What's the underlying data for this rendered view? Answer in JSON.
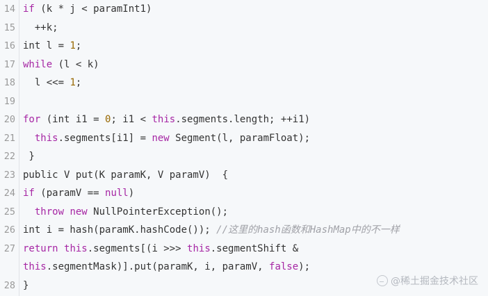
{
  "lines": [
    {
      "num": "14",
      "parts": [
        {
          "t": "if",
          "c": "kw"
        },
        {
          "t": " (k * j < paramInt1)",
          "c": ""
        }
      ]
    },
    {
      "num": "15",
      "parts": [
        {
          "t": "  ++k;",
          "c": ""
        }
      ]
    },
    {
      "num": "16",
      "parts": [
        {
          "t": "int l = ",
          "c": ""
        },
        {
          "t": "1",
          "c": "num"
        },
        {
          "t": ";",
          "c": ""
        }
      ]
    },
    {
      "num": "17",
      "parts": [
        {
          "t": "while",
          "c": "kw"
        },
        {
          "t": " (l < k)",
          "c": ""
        }
      ]
    },
    {
      "num": "18",
      "parts": [
        {
          "t": "  l <<= ",
          "c": ""
        },
        {
          "t": "1",
          "c": "num"
        },
        {
          "t": ";",
          "c": ""
        }
      ]
    },
    {
      "num": "19",
      "parts": [
        {
          "t": "",
          "c": ""
        }
      ]
    },
    {
      "num": "20",
      "parts": [
        {
          "t": "for",
          "c": "kw"
        },
        {
          "t": " (int i1 = ",
          "c": ""
        },
        {
          "t": "0",
          "c": "num"
        },
        {
          "t": "; i1 < ",
          "c": ""
        },
        {
          "t": "this",
          "c": "kw"
        },
        {
          "t": ".segments.length; ++i1)",
          "c": ""
        }
      ]
    },
    {
      "num": "21",
      "parts": [
        {
          "t": "  ",
          "c": ""
        },
        {
          "t": "this",
          "c": "kw"
        },
        {
          "t": ".segments[i1] = ",
          "c": ""
        },
        {
          "t": "new",
          "c": "kw"
        },
        {
          "t": " Segment(l, paramFloat);",
          "c": ""
        }
      ]
    },
    {
      "num": "22",
      "parts": [
        {
          "t": " }",
          "c": ""
        }
      ]
    },
    {
      "num": "23",
      "parts": [
        {
          "t": "public V put(K paramK, V paramV)  {",
          "c": ""
        }
      ]
    },
    {
      "num": "24",
      "parts": [
        {
          "t": "if",
          "c": "kw"
        },
        {
          "t": " (paramV == ",
          "c": ""
        },
        {
          "t": "null",
          "c": "kw"
        },
        {
          "t": ")",
          "c": ""
        }
      ]
    },
    {
      "num": "25",
      "parts": [
        {
          "t": "  ",
          "c": ""
        },
        {
          "t": "throw",
          "c": "kw"
        },
        {
          "t": " ",
          "c": ""
        },
        {
          "t": "new",
          "c": "kw"
        },
        {
          "t": " NullPointerException();",
          "c": ""
        }
      ]
    },
    {
      "num": "26",
      "parts": [
        {
          "t": "int i = hash(paramK.hashCode()); ",
          "c": ""
        },
        {
          "t": "//这里的hash函数和HashMap中的不一样",
          "c": "cm"
        }
      ]
    },
    {
      "num": "27",
      "parts": [
        {
          "t": "return",
          "c": "kw"
        },
        {
          "t": " ",
          "c": ""
        },
        {
          "t": "this",
          "c": "kw"
        },
        {
          "t": ".segments[(i >>> ",
          "c": ""
        },
        {
          "t": "this",
          "c": "kw"
        },
        {
          "t": ".segmentShift &",
          "c": ""
        }
      ]
    },
    {
      "num": "",
      "parts": [
        {
          "t": "this",
          "c": "kw"
        },
        {
          "t": ".segmentMask)].put(paramK, i, paramV, ",
          "c": ""
        },
        {
          "t": "false",
          "c": "kw"
        },
        {
          "t": ");",
          "c": ""
        }
      ]
    },
    {
      "num": "28",
      "parts": [
        {
          "t": "}",
          "c": ""
        }
      ]
    }
  ],
  "watermark": {
    "icon": "juejin-logo-icon",
    "text": "@稀土掘金技术社区"
  },
  "colors": {
    "background": "#f6f8fa",
    "keyword": "#a626a4",
    "number": "#986801",
    "comment": "#a0a1a7",
    "text": "#333333",
    "line_number": "#999999"
  }
}
